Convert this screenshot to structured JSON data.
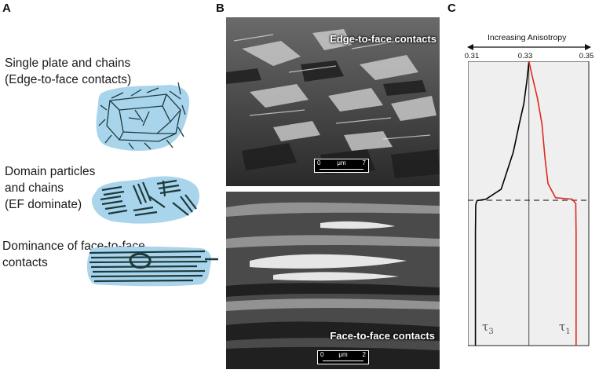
{
  "panels": {
    "a": "A",
    "b": "B",
    "c": "C"
  },
  "panel_a": {
    "label_1": [
      "Single plate and chains",
      "(Edge-to-face contacts)"
    ],
    "label_2": [
      "Domain particles",
      "and chains",
      "(EF dominate)"
    ],
    "label_3": [
      "Dominance of face-to-face",
      "contacts"
    ],
    "sketch_fill": "#a8d4ec",
    "sketch_stroke": "#1e3a3c"
  },
  "panel_b": {
    "top_caption": "Edge-to-face contacts",
    "top_scale": {
      "start": "0",
      "unit": "μm",
      "end": "7"
    },
    "bottom_caption": "Face-to-face contacts",
    "bottom_scale": {
      "start": "0",
      "unit": "μm",
      "end": "2"
    }
  },
  "panel_c": {
    "title": "Increasing Anisotropy",
    "tick_labels": [
      "0.31",
      "0.33",
      "0.35"
    ],
    "tau3_label": "τ",
    "tau3_sub": "3",
    "tau1_label": "τ",
    "tau1_sub": "1",
    "tau3_color": "#000000",
    "tau1_color": "#e0271b",
    "background": "#efefef"
  },
  "chart_data": {
    "type": "line",
    "title": "Increasing Anisotropy",
    "xlabel": "",
    "ylabel": "",
    "xlim": [
      0.31,
      0.35
    ],
    "xticks": [
      0.31,
      0.33,
      0.35
    ],
    "dashed_reference_line": "horizontal",
    "series": [
      {
        "name": "τ3",
        "color": "#000000",
        "x": [
          0.3125,
          0.3125,
          0.3126,
          0.313,
          0.316,
          0.321,
          0.325,
          0.327,
          0.3285,
          0.3295,
          0.3302
        ],
        "y_fraction_from_top": [
          1.0,
          0.6,
          0.505,
          0.49,
          0.485,
          0.45,
          0.32,
          0.22,
          0.15,
          0.07,
          0.0
        ]
      },
      {
        "name": "τ1",
        "color": "#e0271b",
        "x": [
          0.3302,
          0.331,
          0.333,
          0.3345,
          0.3355,
          0.3365,
          0.339,
          0.3445,
          0.3457,
          0.3458,
          0.3458
        ],
        "y_fraction_from_top": [
          0.0,
          0.04,
          0.13,
          0.22,
          0.34,
          0.43,
          0.48,
          0.485,
          0.5,
          0.6,
          1.0
        ]
      }
    ]
  }
}
